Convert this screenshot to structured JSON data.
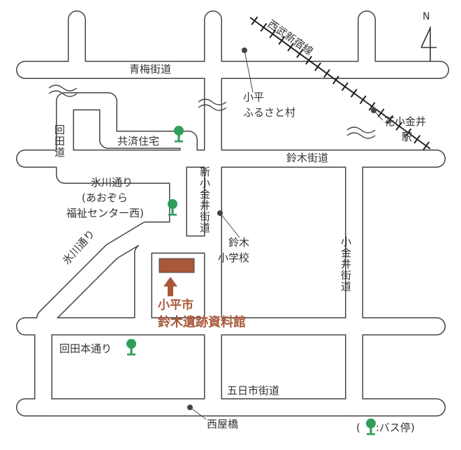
{
  "map": {
    "north": "N",
    "roads": {
      "ome_kaido": "青梅街道",
      "suzuki_kaido": "鈴木街道",
      "itsukaichi_kaido": "五日市街道",
      "hikawa_dori_diag": "氷川通り",
      "hikawa_dori": "氷川通り",
      "hikawa_dori_sub": "(あおぞら",
      "hikawa_dori_sub2": "福祉センター西)",
      "shin_koganei_kaido": "新小金井街道",
      "koganei_kaido": "小金井街道",
      "kaita_dori": "回田道",
      "kaita_hon_dori": "回田本通り",
      "railway": "西武新宿線"
    },
    "landmarks": {
      "furusato_1": "小平",
      "furusato_2": "ふるさと村",
      "suzuki_school_1": "鈴木",
      "suzuki_school_2": "小学校",
      "hanakoganei_1": "花小金井",
      "hanakoganei_2": "駅",
      "kyosai": "共済住宅",
      "nishiyabashi": "西屋橋"
    },
    "destination": {
      "line1": "小平市",
      "line2": "鈴木遺跡資料館"
    },
    "legend": {
      "open": "(",
      "text": ":バス停)"
    },
    "colors": {
      "road_outline": "#444444",
      "bus_stop": "#2f9e5b",
      "destination": "#a8593a"
    }
  }
}
